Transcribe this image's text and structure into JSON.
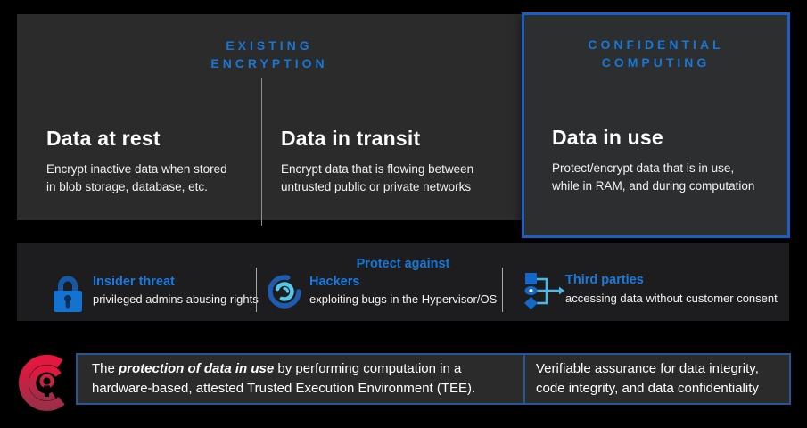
{
  "colors": {
    "accent_blue": "#1777d6",
    "confidential_border_blue": "#1b5ec4",
    "bottom_box_border_blue": "#255795",
    "top_panel_gray": "#2b2b2b",
    "middle_panel_gray": "#1d1d1f",
    "logo_red": "#e6173f"
  },
  "existing": {
    "header": "EXISTING\nENCRYPTION",
    "columns": [
      {
        "title": "Data at rest",
        "body": "Encrypt inactive data when stored\nin blob storage, database, etc."
      },
      {
        "title": "Data in transit",
        "body": "Encrypt data that is flowing between\nuntrusted public or private networks"
      }
    ]
  },
  "confidential": {
    "header": "CONFIDENTIAL\nCOMPUTING",
    "title": "Data in use",
    "body": "Protect/encrypt data that is in use,\nwhile in RAM, and during computation"
  },
  "protect": {
    "header": "Protect against",
    "items": [
      {
        "icon": "lock-icon",
        "label": "Insider threat",
        "description": "privileged admins abusing rights"
      },
      {
        "icon": "hacker-swirl-icon",
        "label": "Hackers",
        "description": "exploiting bugs in the Hypervisor/OS"
      },
      {
        "icon": "flow-branch-icon",
        "label": "Third parties",
        "description": "accessing data without customer consent"
      }
    ]
  },
  "definition": {
    "logo": "confidential-computing-consortium-logo",
    "line1_prefix": "The ",
    "line1_emphasis": "protection of data in use",
    "line1_rest": " by performing computation in a",
    "line2": "hardware-based, attested Trusted Execution Environment (TEE)."
  },
  "assurance": {
    "text": "Verifiable assurance for data integrity,\ncode integrity, and data confidentiality"
  }
}
